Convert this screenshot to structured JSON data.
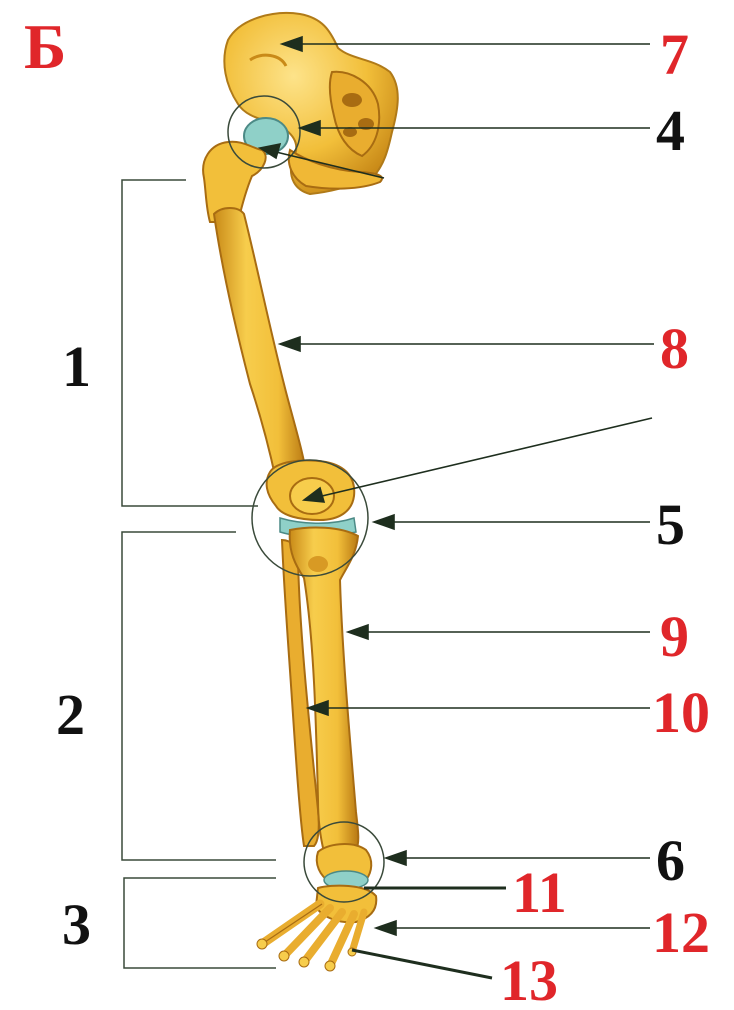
{
  "panel_letter": "Б",
  "labels": {
    "l1": "1",
    "l2": "2",
    "l3": "3",
    "l4": "4",
    "l5": "5",
    "l6": "6",
    "l7": "7",
    "l8": "8",
    "l9": "9",
    "l10": "10",
    "l11": "11",
    "l12": "12",
    "l13": "13"
  },
  "colors": {
    "red": "#e0262a",
    "black": "#111111",
    "bone": "#f2bf3a",
    "bone_shadow": "#c98a18",
    "cartilage": "#8fd0c8",
    "leader": "#1e2e1e"
  }
}
